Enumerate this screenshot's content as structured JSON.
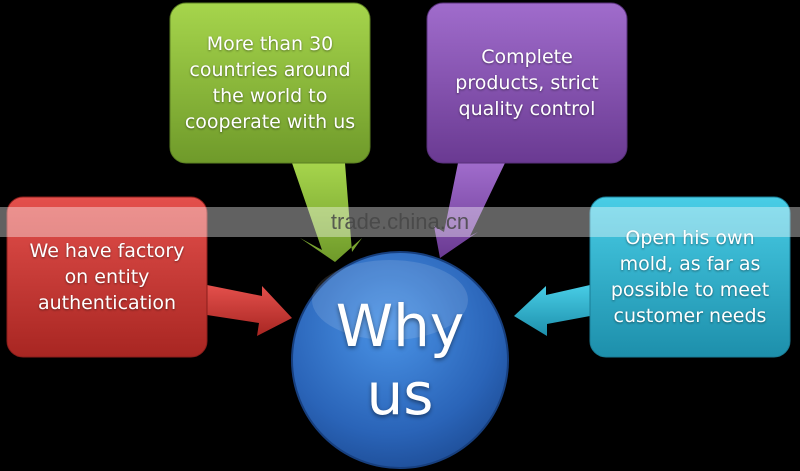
{
  "center": {
    "label": "Why\nus"
  },
  "boxes": {
    "green": {
      "text": "More than 30\ncountries around\nthe world to\ncooperate with us"
    },
    "purple": {
      "text": "Complete\nproducts, strict\nquality control"
    },
    "red": {
      "text": "We have factory\non entity\nauthentication"
    },
    "cyan": {
      "text": "Open his own\nmold, as far as\npossible to meet\ncustomer needs"
    }
  },
  "watermark": "trade.china.cn",
  "colors": {
    "background": "#000000",
    "green": "#8fbf3a",
    "purple": "#8a55b3",
    "red": "#d23b38",
    "cyan": "#2bb7d3",
    "center": "#2f72c8"
  }
}
